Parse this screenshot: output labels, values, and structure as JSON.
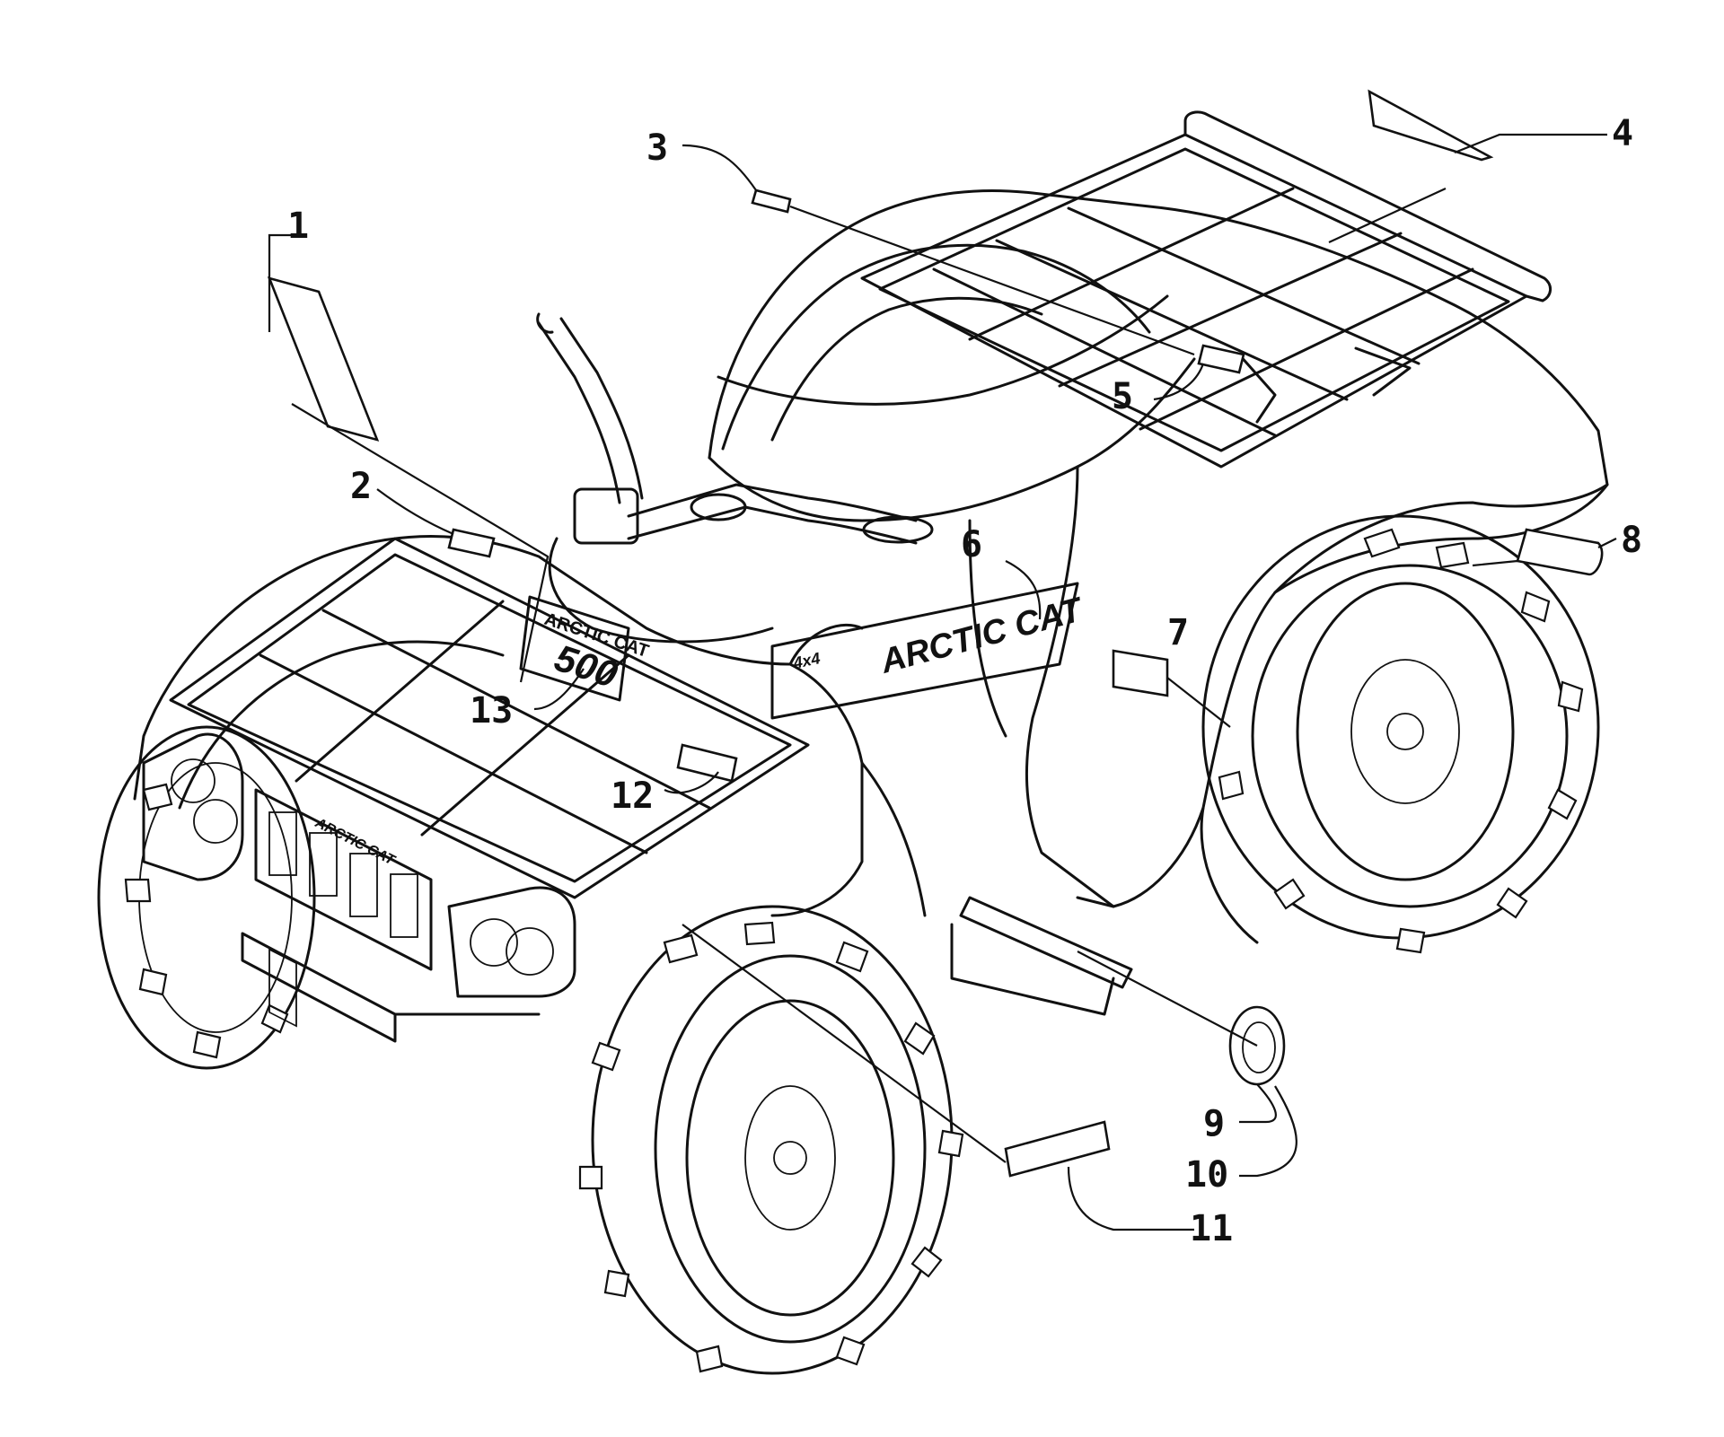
{
  "callouts": [
    "1",
    "2",
    "3",
    "4",
    "5",
    "6",
    "7",
    "8",
    "9",
    "10",
    "11",
    "12",
    "13"
  ],
  "logos": {
    "hood_brand": "ARCTIC CAT",
    "hood_model": "500",
    "side_brand": "ARCTIC CAT",
    "grille_brand": "ARCTIC CAT",
    "side_tag": "4x4"
  }
}
